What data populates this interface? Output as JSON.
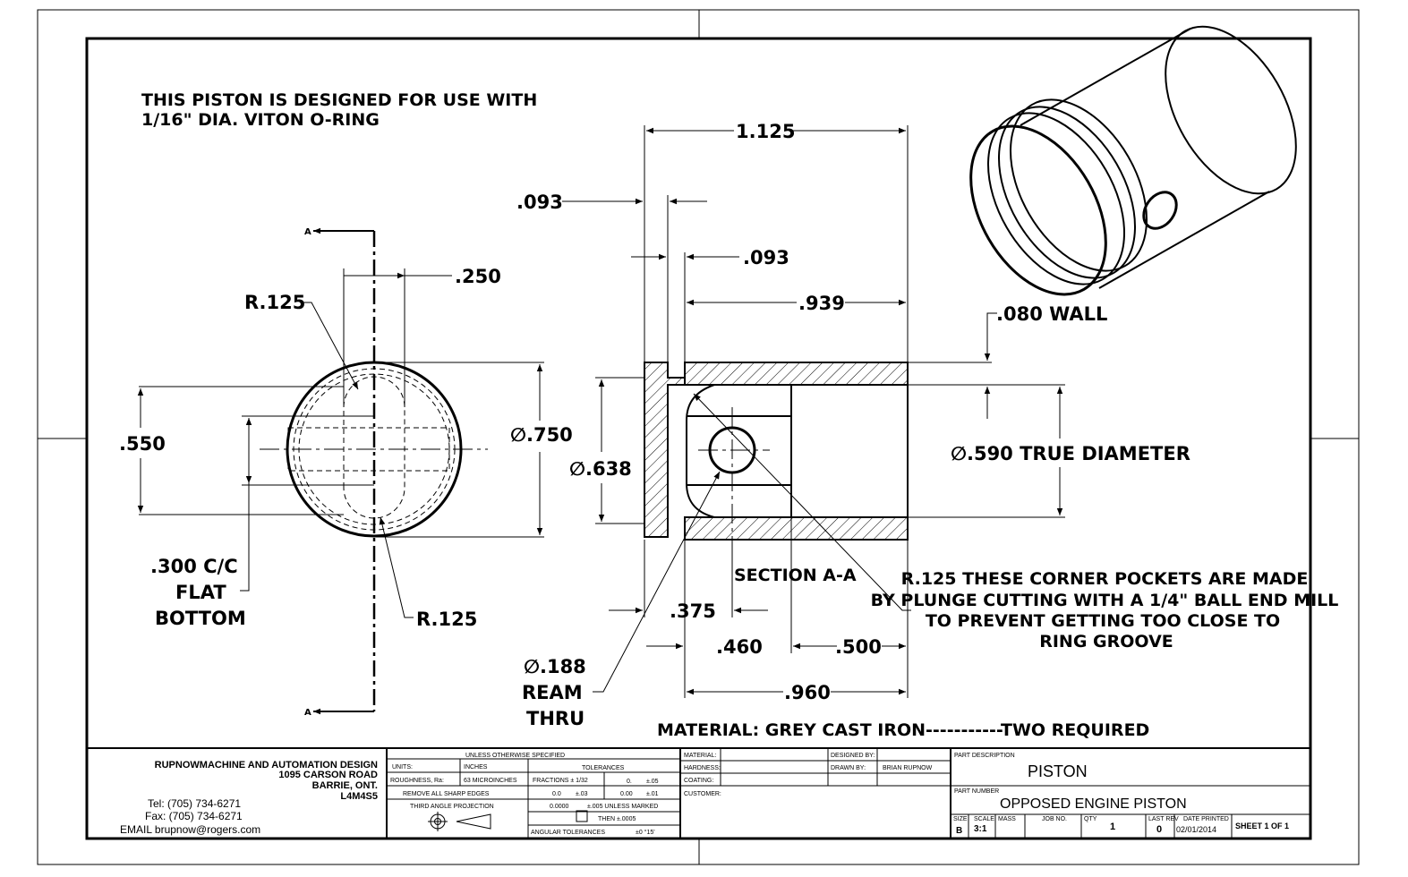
{
  "notes": {
    "design_line1": "THIS PISTON IS DESIGNED FOR USE WITH",
    "design_line2": "1/16\" DIA. VITON O-RING",
    "pocket_line1": "R.125 THESE CORNER POCKETS ARE MADE",
    "pocket_line2": "BY PLUNGE CUTTING WITH A 1/4\" BALL END MILL",
    "pocket_line3": "TO PREVENT GETTING TOO CLOSE TO",
    "pocket_line4": "RING GROOVE",
    "material": "MATERIAL: GREY CAST IRON-----------TWO REQUIRED",
    "section_label": "SECTION A-A",
    "cut_label": "A"
  },
  "dimensions": {
    "overall_length": "1.125",
    "flange_width": ".093",
    "groove_width": ".093",
    "bore_depth": ".939",
    "wall": ".080 WALL",
    "outer_dia": "∅.750",
    "head_dia": "∅.638",
    "true_dia": "∅.590 TRUE DIAMETER",
    "slot_width": ".250",
    "slot_radius_top": "R.125",
    "slot_radius_bottom": "R.125",
    "slot_length": ".550",
    "cc_line1": ".300 C/C",
    "cc_line2": "FLAT",
    "cc_line3": "BOTTOM",
    "hole_pos": ".375",
    "hole_line1": "∅.188",
    "hole_line2": "REAM",
    "hole_line3": "THRU",
    "pocket_depth": ".460",
    "counterbore": ".500",
    "body_length": ".960"
  },
  "title_block": {
    "company": "RUPNOWMACHINE AND AUTOMATION DESIGN",
    "address1": "1095 CARSON ROAD",
    "address2": "BARRIE, ONT.",
    "postal": "L4M4S5",
    "tel": "Tel: (705) 734-6271",
    "fax": "Fax: (705) 734-6271",
    "email": "EMAIL brupnow@rogers.com",
    "unless": "UNLESS OTHERWISE SPECIFIED",
    "units_label": "UNITS:",
    "units_value": "INCHES",
    "roughness_label": "ROUGHNESS, Ra:",
    "roughness_value": "63 MICROINCHES",
    "remove": "REMOVE ALL SHARP EDGES",
    "projection": "THIRD ANGLE PROJECTION",
    "tolerances": "TOLERANCES",
    "fractions": "FRACTIONS ± 1/32",
    "tol_row1_a": "0.",
    "tol_row1_b": "±.05",
    "tol_row2_a": "0.0",
    "tol_row2_b": "±.03",
    "tol_row2_c": "0.00",
    "tol_row2_d": "±.01",
    "tol_row3_a": "0.0000",
    "tol_row3_b": "±.005 UNLESS MARKED",
    "tol_row4": "THEN ±.0005",
    "angular": "ANGULAR TOLERANCES",
    "angular_value": "±0 °15'",
    "material_label": "MATERIAL:",
    "hardness_label": "HARDNESS:",
    "coating_label": "COATING:",
    "customer_label": "CUSTOMER:",
    "designed_by_label": "DESIGNED BY:",
    "drawn_by_label": "DRAWN BY:",
    "drawn_by": "BRIAN RUPNOW",
    "part_desc_label": "PART DESCRIPTION",
    "part_desc": "PISTON",
    "part_number_label": "PART NUMBER",
    "part_number": "OPPOSED ENGINE PISTON",
    "size_label": "SIZE",
    "size": "B",
    "scale_label": "SCALE",
    "scale": "3:1",
    "mass_label": "MASS",
    "job_label": "JOB NO.",
    "qty_label": "QTY",
    "qty": "1",
    "rev_label": "LAST REV",
    "rev": "0",
    "date_label": "DATE PRINTED",
    "date": "02/01/2014",
    "sheet": "SHEET 1 OF 1"
  }
}
